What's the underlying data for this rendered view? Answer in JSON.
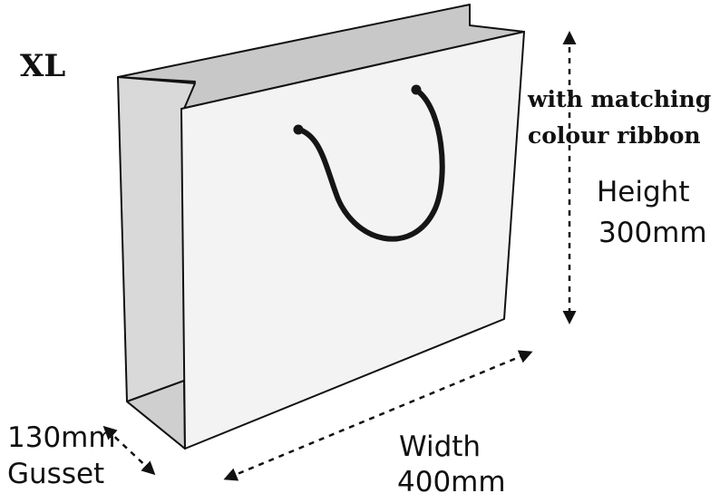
{
  "size_label": "XL",
  "ribbon_note": {
    "line1": "with matching",
    "line2": "colour ribbon"
  },
  "height": {
    "label": "Height",
    "value": "300mm"
  },
  "width": {
    "label": "Width",
    "value": "400mm"
  },
  "gusset": {
    "value": "130mm",
    "label": "Gusset"
  },
  "colors": {
    "outline": "#111111",
    "front_panel": "#f3f3f3",
    "side_panel": "#d9d9d9",
    "inner_back": "#c8c8c8",
    "handle": "#151515"
  }
}
